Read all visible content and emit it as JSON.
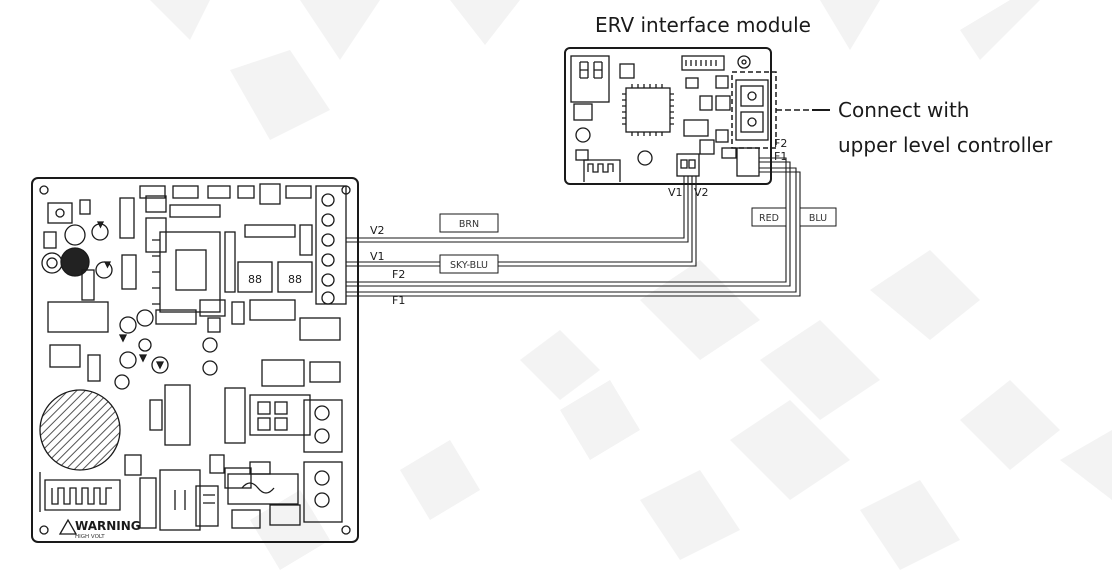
{
  "module": {
    "title": "ERV interface module",
    "pins_v": [
      "V1",
      "V2"
    ],
    "pins_f": [
      "F2",
      "F1"
    ]
  },
  "annotation": {
    "line1": "Connect with",
    "line2": "upper level controller"
  },
  "wires": {
    "v2": "V2",
    "v1": "V1",
    "f2": "F2",
    "f1": "F1",
    "brn": "BRN",
    "sky_blu": "SKY-BLU",
    "red": "RED",
    "blu": "BLU"
  },
  "pcb": {
    "warning": "WARNING",
    "warning_sub": "HIGH VOLT",
    "display_left": "88",
    "display_right": "88"
  },
  "colors": {
    "line": "#1a1a1a",
    "watermark": "#f2f2f2",
    "hatch": "#555555"
  }
}
